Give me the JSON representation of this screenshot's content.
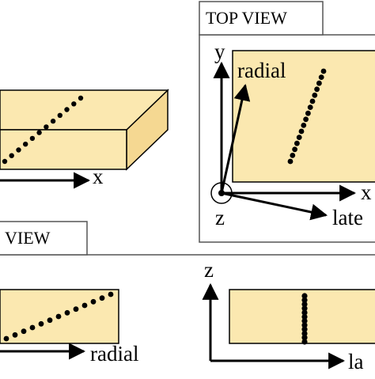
{
  "panels": {
    "top_view": {
      "title": "TOP VIEW"
    },
    "side_view": {
      "title": "VIEW"
    }
  },
  "labels": {
    "x": "x",
    "y": "y",
    "z": "z",
    "radial": "radial",
    "lateral_top": "late",
    "lateral_bottom": "la",
    "radial_bottom": "radial"
  },
  "colors": {
    "slab_fill": "#fbe8b0",
    "slab_side": "#f5d892",
    "slab_stroke": "#000000",
    "frame": "#555555"
  }
}
